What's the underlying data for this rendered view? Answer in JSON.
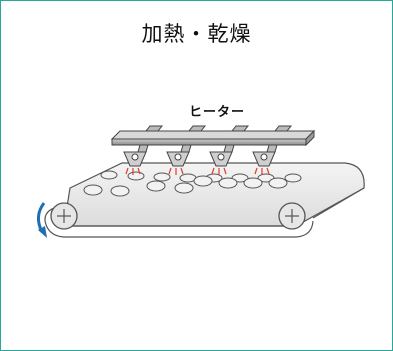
{
  "panel": {
    "title": "加熱・乾燥"
  },
  "diagram": {
    "heater_label": "ヒーター",
    "accent_color": "#2aa79b",
    "heat_color": "#e23b2b",
    "arrow_color": "#1f6fb2",
    "heater_units": 4,
    "items_front_row": 8,
    "items_back_row": 8
  }
}
